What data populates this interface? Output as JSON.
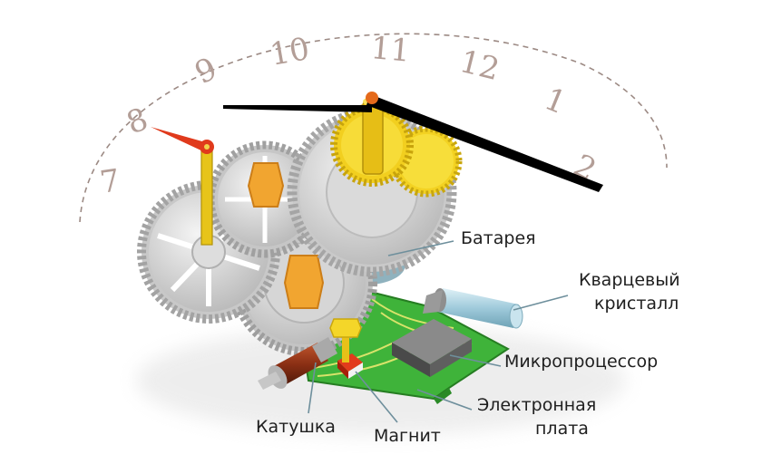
{
  "dial": {
    "numbers": [
      "7",
      "8",
      "9",
      "10",
      "11",
      "12",
      "1",
      "2"
    ]
  },
  "labels": {
    "battery": "Батарея",
    "quartz_line1": "Кварцевый",
    "quartz_line2": "кристалл",
    "microprocessor": "Микропроцессор",
    "board_line1": "Электронная",
    "board_line2": "плата",
    "coil": "Катушка",
    "magnet": "Магнит"
  }
}
